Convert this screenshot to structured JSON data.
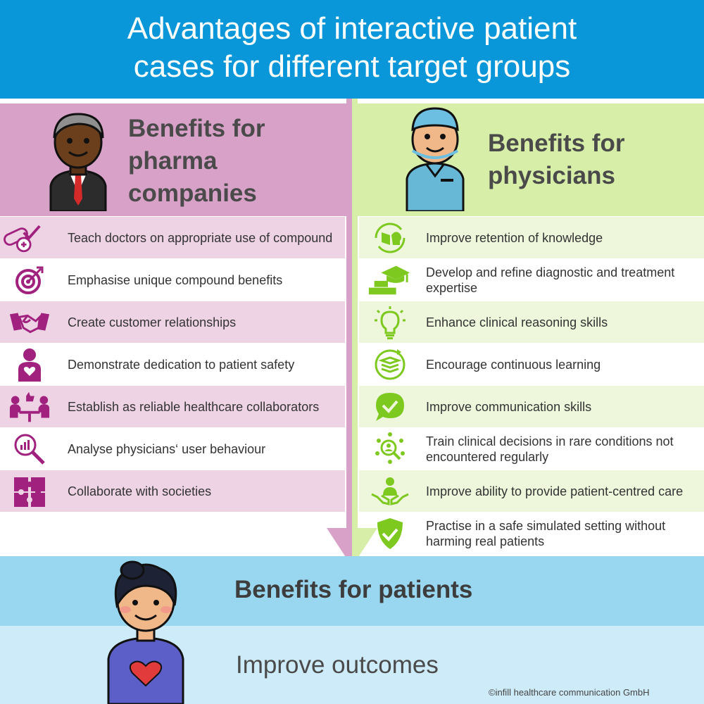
{
  "title": {
    "line1": "Advantages of interactive patient",
    "line2": "cases for different target groups"
  },
  "pharma": {
    "heading": [
      "Benefits for",
      "pharma",
      "companies"
    ],
    "items": [
      {
        "text": "Teach doctors on appropriate use of compound",
        "icon": "pill-check-icon"
      },
      {
        "text": "Emphasise unique compound benefits",
        "icon": "target-icon"
      },
      {
        "text": "Create customer relationships",
        "icon": "handshake-icon"
      },
      {
        "text": "Demonstrate dedication to patient safety",
        "icon": "person-heart-icon"
      },
      {
        "text": "Establish as reliable healthcare collaborators",
        "icon": "meeting-icon"
      },
      {
        "text": "Analyse physicians‘ user behaviour",
        "icon": "magnifier-chart-icon"
      },
      {
        "text": "Collaborate with societies",
        "icon": "puzzle-icon"
      }
    ]
  },
  "physicians": {
    "heading": [
      "Benefits for",
      "physicians"
    ],
    "items": [
      {
        "text": "Improve retention of knowledge",
        "icon": "head-book-icon"
      },
      {
        "text": "Develop and refine diagnostic and treatment expertise",
        "icon": "graduation-cap-icon"
      },
      {
        "text": "Enhance clinical reasoning skills",
        "icon": "lightbulb-icon"
      },
      {
        "text": "Encourage continuous learning",
        "icon": "book-cycle-icon"
      },
      {
        "text": "Improve communication skills",
        "icon": "speech-check-icon"
      },
      {
        "text": "Train clinical decisions in rare conditions not encountered regularly",
        "icon": "people-search-icon"
      },
      {
        "text": "Improve ability to provide patient-centred care",
        "icon": "hands-person-icon"
      },
      {
        "text": "Practise in a safe simulated setting without harming real patients",
        "icon": "shield-check-icon"
      }
    ]
  },
  "patients": {
    "heading": "Benefits for patients",
    "outcome": "Improve outcomes"
  },
  "copyright": "©infill healthcare communication GmbH",
  "colors": {
    "header": "#0a97d9",
    "pharma_accent": "#a0217e",
    "physician_accent": "#7dc91f",
    "pharma_head": "#d8a1c8",
    "physician_head": "#d6eea7",
    "patients_band": "#99d6ef",
    "outcomes_band": "#cdebf8"
  }
}
